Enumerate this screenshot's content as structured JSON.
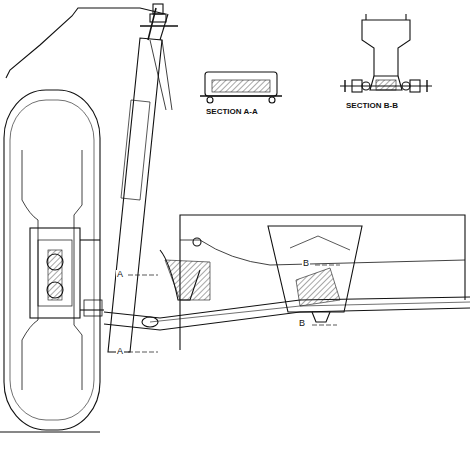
{
  "diagram": {
    "labels": [
      "SECTION A-A",
      "SECTION B-B",
      "A",
      "A",
      "B",
      "B"
    ]
  }
}
